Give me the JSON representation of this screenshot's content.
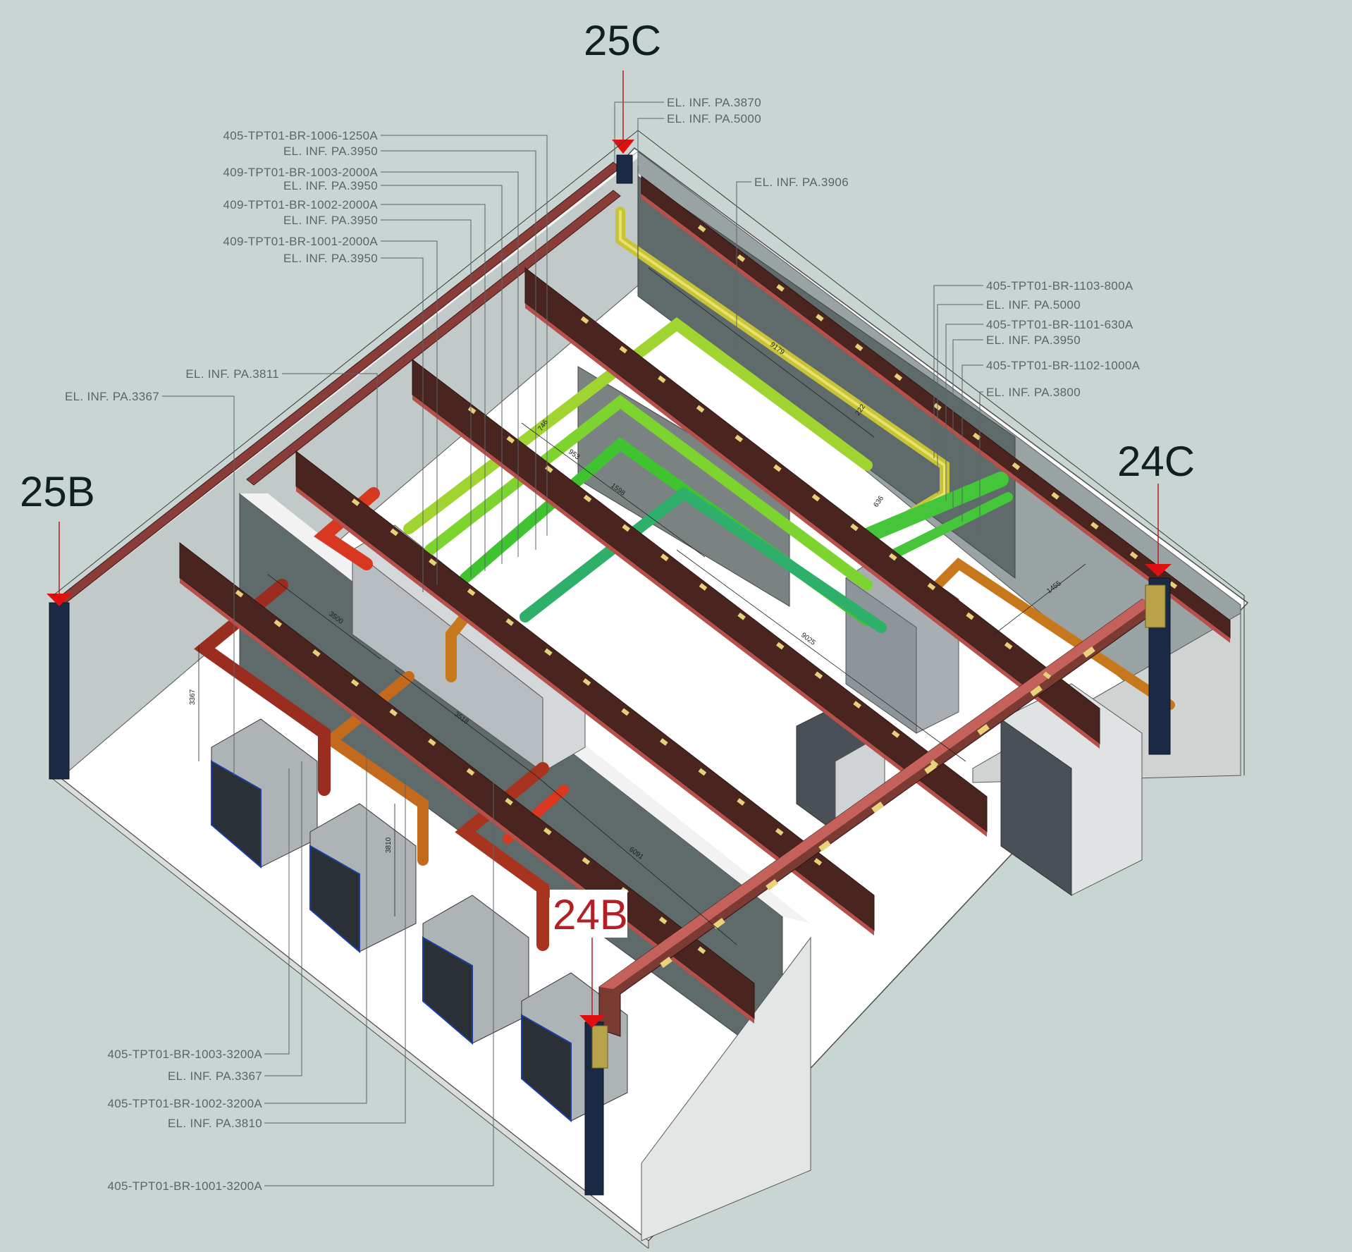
{
  "grid_labels": {
    "c25": "25C",
    "b25": "25B",
    "c24": "24C",
    "b24": "24B"
  },
  "callouts_top_left": [
    "405-TPT01-BR-1006-1250A",
    "EL. INF. PA.3950",
    "409-TPT01-BR-1003-2000A",
    "EL. INF. PA.3950",
    "409-TPT01-BR-1002-2000A",
    "EL. INF. PA.3950",
    "409-TPT01-BR-1001-2000A",
    "EL. INF. PA.3950"
  ],
  "callouts_top": [
    "EL. INF. PA.3870",
    "EL. INF. PA.5000",
    "EL. INF. PA.3906"
  ],
  "callouts_left": [
    "EL. INF. PA.3811",
    "EL. INF. PA.3367"
  ],
  "callouts_right": [
    "405-TPT01-BR-1103-800A",
    "EL. INF. PA.5000",
    "405-TPT01-BR-1101-630A",
    "EL. INF. PA.3950",
    "405-TPT01-BR-1102-1000A",
    "EL. INF. PA.3800"
  ],
  "callouts_bottom": [
    "405-TPT01-BR-1003-3200A",
    "EL. INF. PA.3367",
    "405-TPT01-BR-1002-3200A",
    "EL. INF. PA.3810",
    "405-TPT01-BR-1001-3200A"
  ],
  "dimensions": [
    "9179",
    "222",
    "746",
    "953",
    "1598",
    "636",
    "1455",
    "9025",
    "3500",
    "3518",
    "3367",
    "6091",
    "3810"
  ],
  "colors": {
    "background": "#c9d5d2",
    "floor": "#ffffff",
    "wall": "#5f6a6a",
    "beam": "#4a2520",
    "beam_top": "#b5504a",
    "trunk_red": "#c44a3a",
    "busbar_yellow": "#c8c437",
    "busbar_green": "#3fc42f",
    "busbar_orange": "#c8781c",
    "busbar_red": "#d83820",
    "marker_red": "#e01010",
    "cabinet": "#3a3f48"
  }
}
